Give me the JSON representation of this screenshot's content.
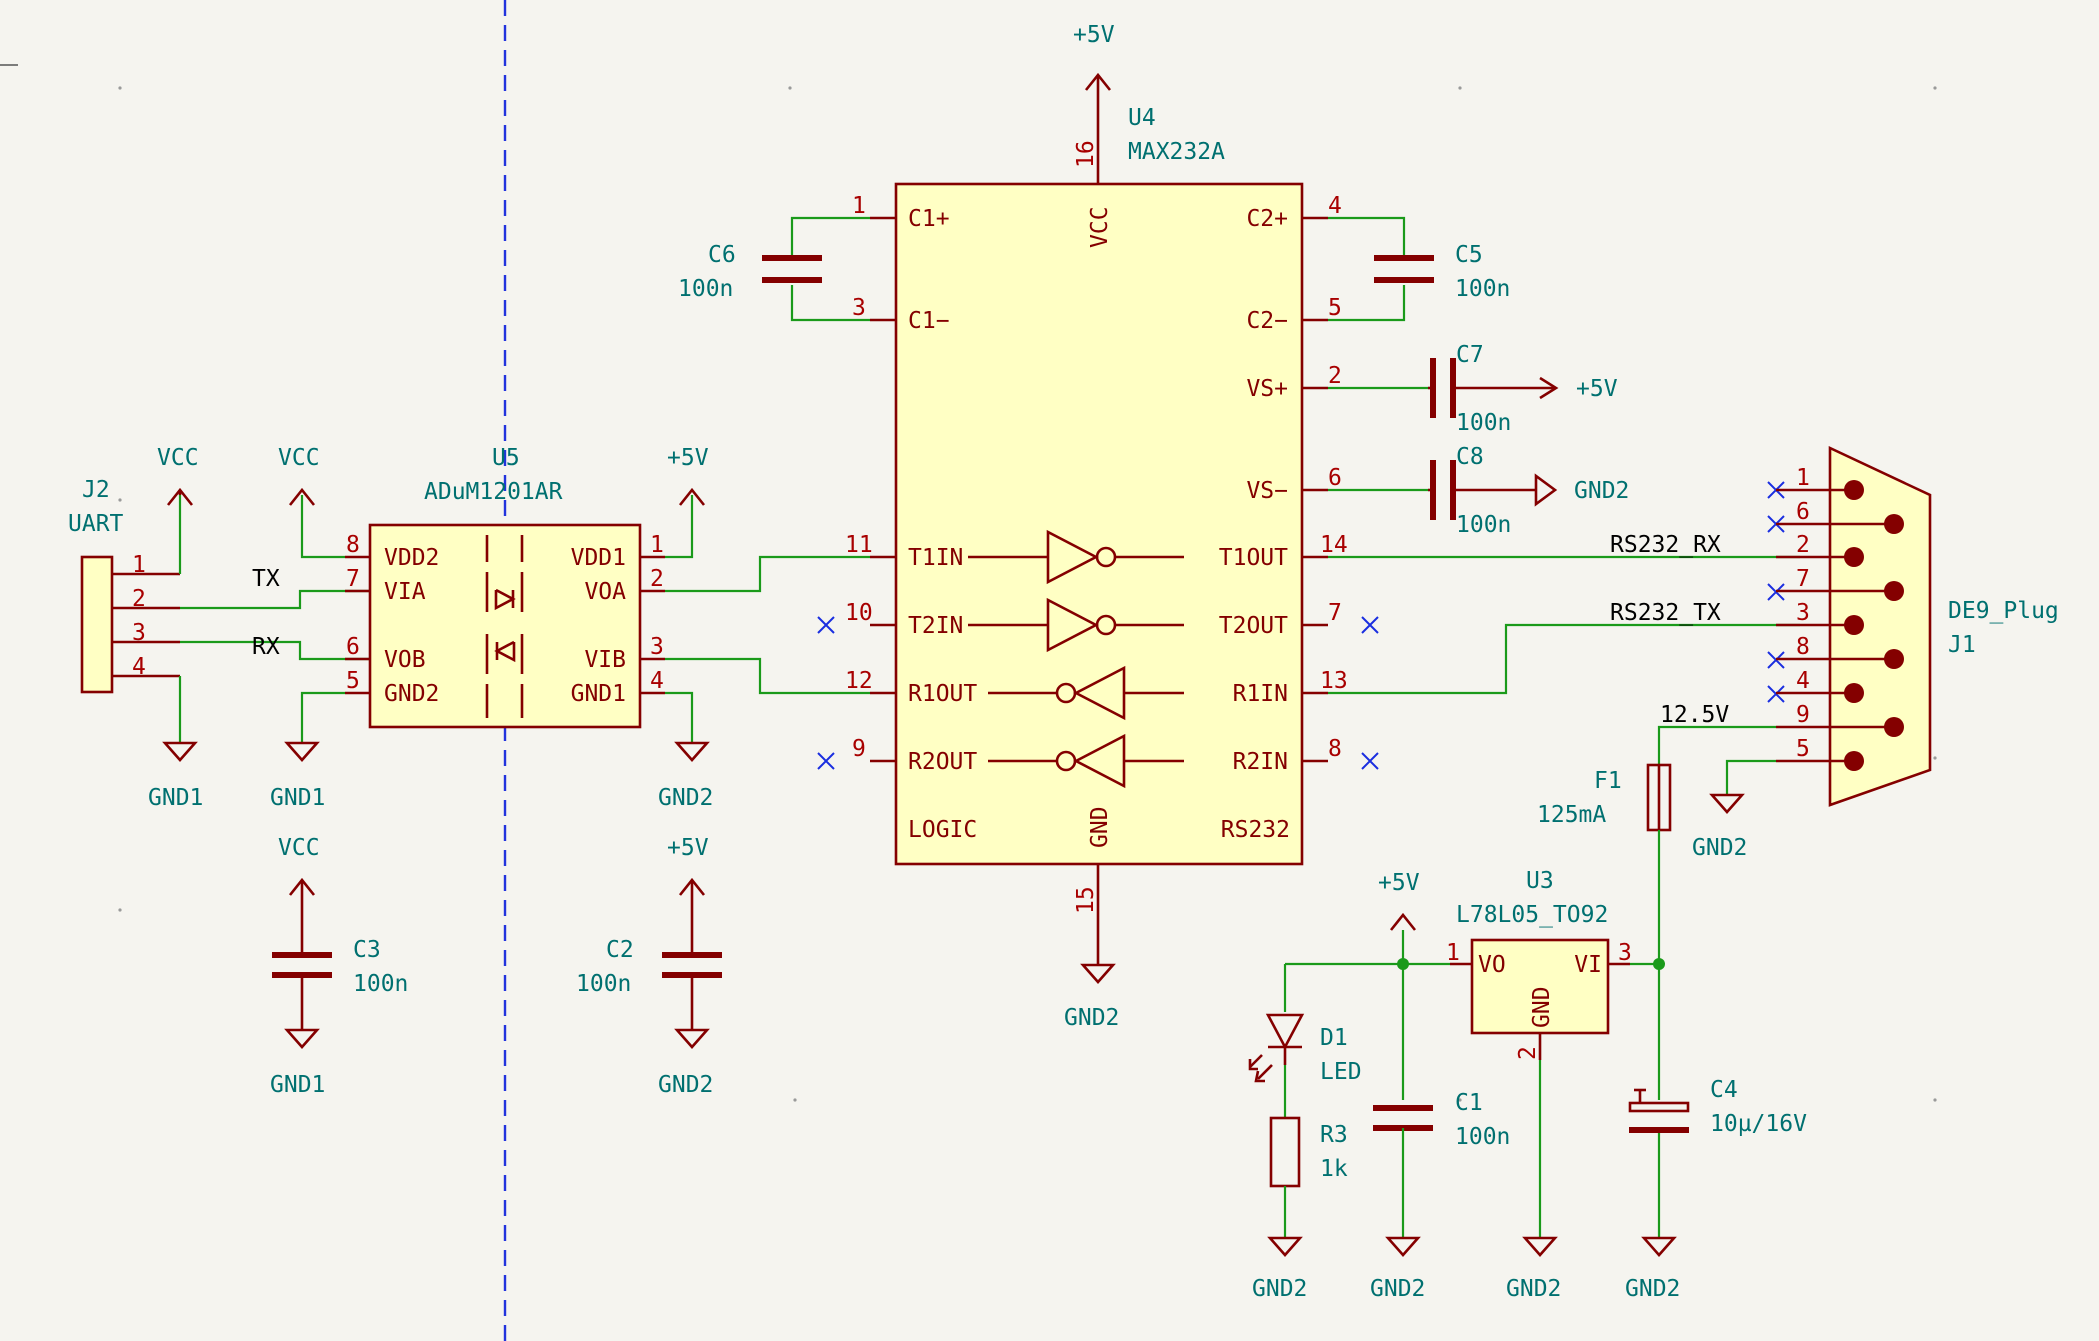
{
  "power": {
    "p5v": "+5V",
    "vcc": "VCC",
    "gnd1": "GND1",
    "gnd2": "GND2"
  },
  "j2": {
    "ref": "J2",
    "value": "UART",
    "pins": [
      "1",
      "2",
      "3",
      "4"
    ]
  },
  "j1": {
    "ref": "J1",
    "value": "DE9_Plug",
    "pins": [
      "1",
      "6",
      "2",
      "7",
      "3",
      "8",
      "4",
      "9",
      "5"
    ]
  },
  "u5": {
    "ref": "U5",
    "value": "ADuM1201AR",
    "left": [
      {
        "num": "8",
        "name": "VDD2"
      },
      {
        "num": "7",
        "name": "VIA"
      },
      {
        "num": "6",
        "name": "VOB"
      },
      {
        "num": "5",
        "name": "GND2"
      }
    ],
    "right": [
      {
        "num": "1",
        "name": "VDD1"
      },
      {
        "num": "2",
        "name": "VOA"
      },
      {
        "num": "3",
        "name": "VIB"
      },
      {
        "num": "4",
        "name": "GND1"
      }
    ]
  },
  "u4": {
    "ref": "U4",
    "value": "MAX232A",
    "left": [
      {
        "num": "1",
        "name": "C1+"
      },
      {
        "num": "3",
        "name": "C1−"
      },
      {
        "num": "11",
        "name": "T1IN"
      },
      {
        "num": "10",
        "name": "T2IN"
      },
      {
        "num": "12",
        "name": "R1OUT"
      },
      {
        "num": "9",
        "name": "R2OUT"
      }
    ],
    "right": [
      {
        "num": "4",
        "name": "C2+"
      },
      {
        "num": "5",
        "name": "C2−"
      },
      {
        "num": "2",
        "name": "VS+"
      },
      {
        "num": "6",
        "name": "VS−"
      },
      {
        "num": "14",
        "name": "T1OUT"
      },
      {
        "num": "7",
        "name": "T2OUT"
      },
      {
        "num": "13",
        "name": "R1IN"
      },
      {
        "num": "8",
        "name": "R2IN"
      }
    ],
    "top": {
      "num": "16",
      "name": "VCC"
    },
    "bottom": {
      "num": "15",
      "name": "GND"
    },
    "section_logic": "LOGIC",
    "section_rs232": "RS232"
  },
  "u3": {
    "ref": "U3",
    "value": "L78L05_TO92",
    "pins": [
      {
        "num": "1",
        "name": "VO"
      },
      {
        "num": "3",
        "name": "VI"
      },
      {
        "num": "2",
        "name": "GND"
      }
    ]
  },
  "caps": {
    "c1": {
      "ref": "C1",
      "value": "100n"
    },
    "c2": {
      "ref": "C2",
      "value": "100n"
    },
    "c3": {
      "ref": "C3",
      "value": "100n"
    },
    "c4": {
      "ref": "C4",
      "value": "10µ/16V"
    },
    "c5": {
      "ref": "C5",
      "value": "100n"
    },
    "c6": {
      "ref": "C6",
      "value": "100n"
    },
    "c7": {
      "ref": "C7",
      "value": "100n"
    },
    "c8": {
      "ref": "C8",
      "value": "100n"
    }
  },
  "d1": {
    "ref": "D1",
    "value": "LED"
  },
  "r3": {
    "ref": "R3",
    "value": "1k"
  },
  "f1": {
    "ref": "F1",
    "value": "125mA"
  },
  "nets": {
    "tx": "TX",
    "rx": "RX",
    "rs232_rx": "RS232_RX",
    "rs232_tx": "RS232_TX",
    "v125": "12.5V"
  }
}
